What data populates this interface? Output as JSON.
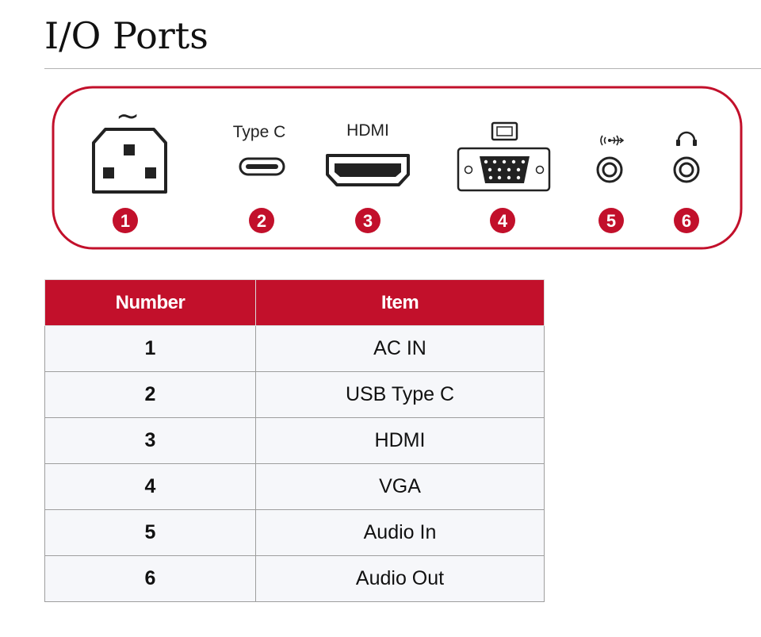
{
  "page": {
    "title": "I/O Ports"
  },
  "colors": {
    "accent": "#c2102b",
    "panel_border": "#c2102b",
    "cell_bg": "#f6f7fa"
  },
  "diagram": {
    "ac_symbol": "~",
    "ports": [
      {
        "number": "1",
        "label": "",
        "icon": "ac-power-icon"
      },
      {
        "number": "2",
        "label": "Type C",
        "icon": "usb-type-c-icon"
      },
      {
        "number": "3",
        "label": "HDMI",
        "icon": "hdmi-icon"
      },
      {
        "number": "4",
        "label": "",
        "icon": "vga-icon"
      },
      {
        "number": "5",
        "label": "",
        "icon": "audio-in-icon"
      },
      {
        "number": "6",
        "label": "",
        "icon": "headphones-icon"
      }
    ]
  },
  "table": {
    "headers": [
      "Number",
      "Item"
    ],
    "rows": [
      {
        "number": "1",
        "item": "AC IN"
      },
      {
        "number": "2",
        "item": "USB Type C"
      },
      {
        "number": "3",
        "item": "HDMI"
      },
      {
        "number": "4",
        "item": "VGA"
      },
      {
        "number": "5",
        "item": "Audio In"
      },
      {
        "number": "6",
        "item": "Audio Out"
      }
    ]
  }
}
